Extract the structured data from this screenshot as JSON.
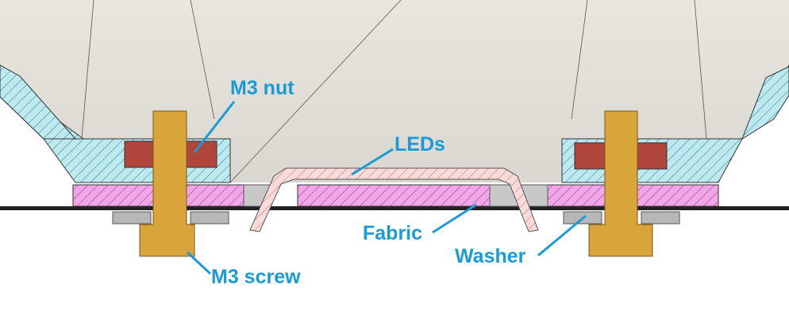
{
  "labels": {
    "nut": "M3 nut",
    "leds": "LEDs",
    "fabric": "Fabric",
    "washer": "Washer",
    "screw": "M3 screw"
  },
  "colors": {
    "label_text": "#1a9ad6",
    "leader_line": "#1a9ad6",
    "screw": "#d9a43a",
    "nut": "#b0453c",
    "washer": "#b7b7b7",
    "blue_part": "#bdeaf1",
    "pink_part": "#f2a6e8",
    "led_strip": "#fbdada",
    "background_cavity": "#e6e4dc",
    "fabric_line": "#222222"
  }
}
